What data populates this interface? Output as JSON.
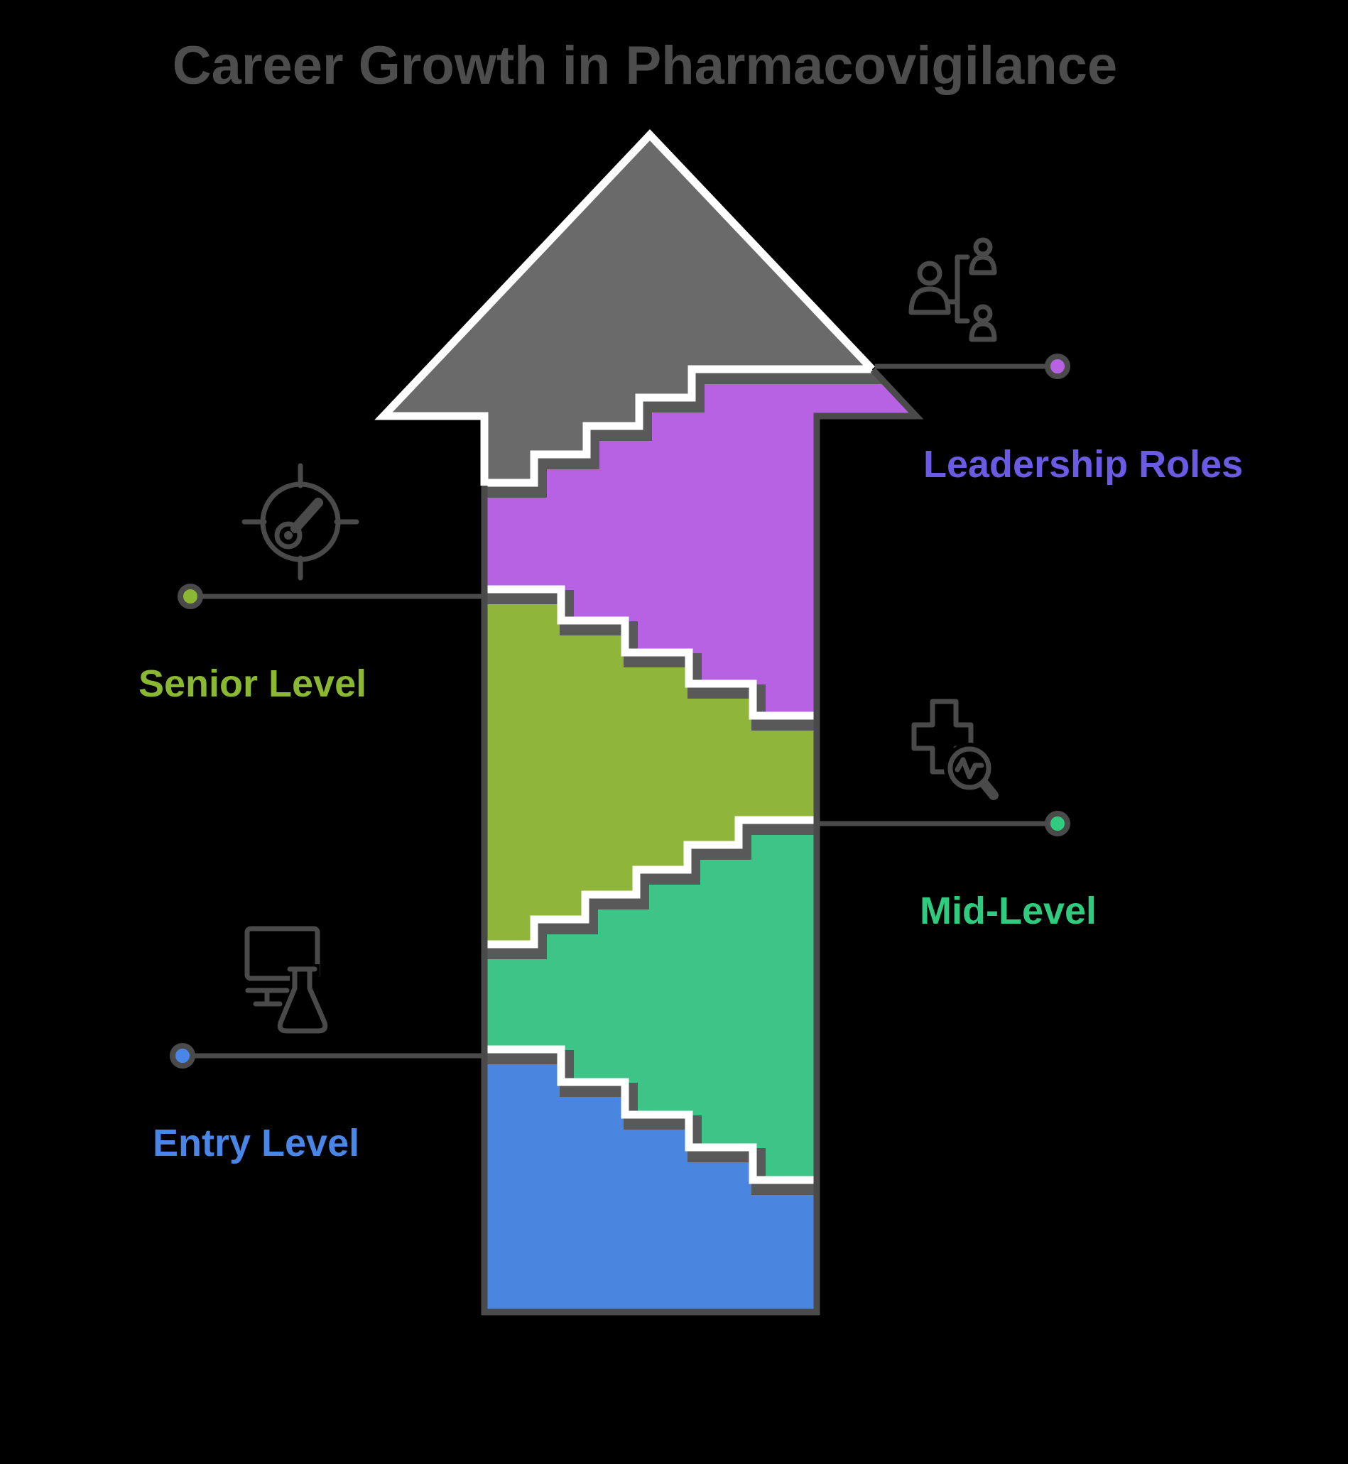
{
  "title": {
    "text": "Career Growth in Pharmacovigilance",
    "color": "#4d4d4d"
  },
  "arrow": {
    "head_color": "#6a6a6a",
    "outline_white": "#ffffff",
    "outline_dark": "#4a4a4a",
    "step_shadow": "#595959"
  },
  "levels": [
    {
      "name": "entry",
      "label": "Entry Level",
      "fill": "#4a86e0",
      "label_color": "#4a86e8",
      "dot_color": "#4a86e8",
      "icon": "monitor-flask-icon",
      "side": "left"
    },
    {
      "name": "mid",
      "label": "Mid-Level",
      "fill": "#3ec487",
      "label_color": "#2fcc80",
      "dot_color": "#2fcc80",
      "icon": "medical-cross-magnifier-icon",
      "side": "right"
    },
    {
      "name": "senior",
      "label": "Senior Level",
      "fill": "#8fb53a",
      "label_color": "#8ab832",
      "dot_color": "#8ab832",
      "icon": "gauge-icon",
      "side": "left"
    },
    {
      "name": "leadership",
      "label": "Leadership Roles",
      "fill": "#b761e3",
      "label_color": "#6a5ae4",
      "dot_color": "#b761e3",
      "icon": "org-chart-icon",
      "side": "right"
    }
  ],
  "connector_color": "#4a4a4a",
  "icon_color": "#4a4a4a",
  "background": "#000000"
}
